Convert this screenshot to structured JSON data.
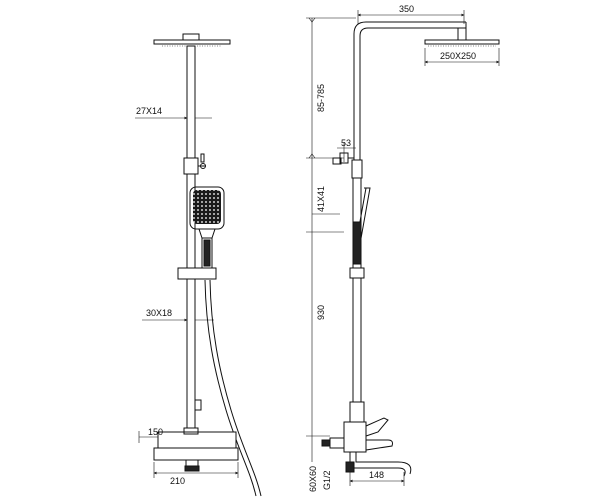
{
  "drawing": {
    "front_view": {
      "rail_size": "27X14",
      "pipe_size": "30X18",
      "tub_offset": "150",
      "spout_width": "210"
    },
    "side_view": {
      "arm_reach": "350",
      "head_size": "250X250",
      "height_range": "85-785",
      "bracket_width": "53",
      "bracket_size": "41X41",
      "column_height": "930",
      "inlet_size": "60X60",
      "thread": "G1/2",
      "spout_reach": "148"
    }
  }
}
